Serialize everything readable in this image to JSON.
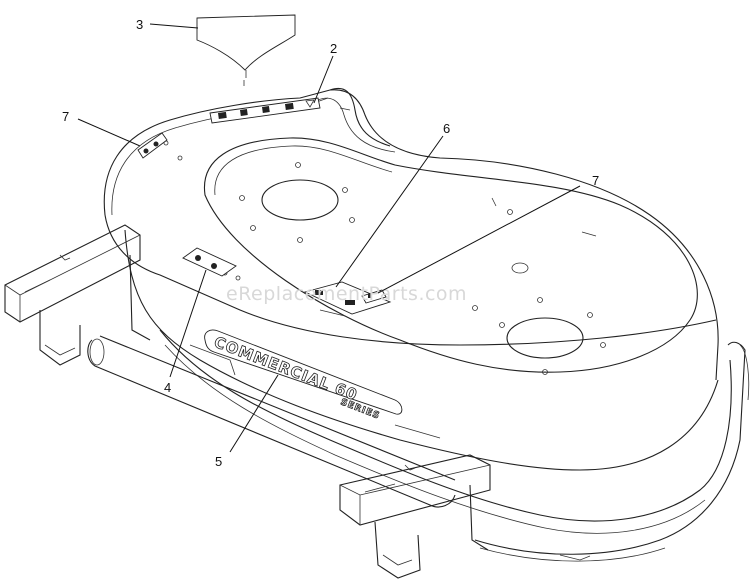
{
  "callouts": {
    "c1": "3",
    "c2": "2",
    "c3": "7",
    "c4": "6",
    "c5": "7",
    "c6": "4",
    "c7": "5"
  },
  "watermark": "eReplacementParts.com",
  "nameplate": {
    "line1": "COMMERCIAL 60",
    "line2": "SERIES"
  }
}
